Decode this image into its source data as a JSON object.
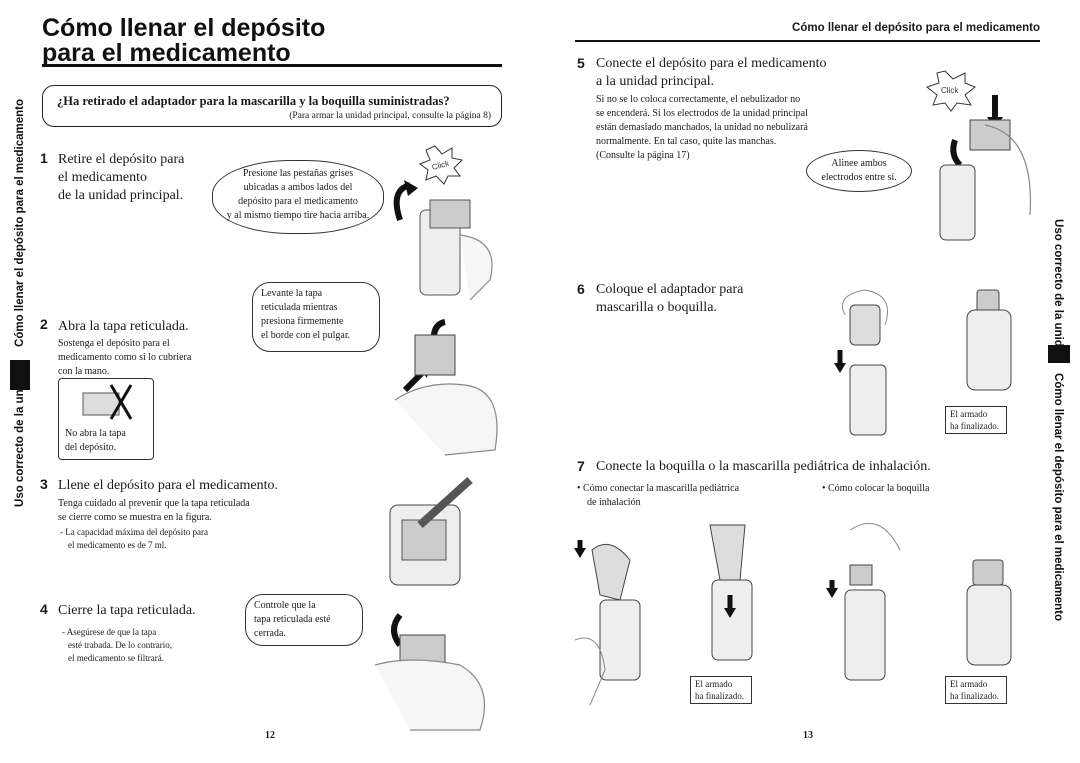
{
  "header": {
    "title_line1": "Cómo llenar el depósito",
    "title_line2": "para el medicamento",
    "running_head": "Cómo llenar el depósito para el medicamento"
  },
  "side_tabs": {
    "left_plain": "Uso correcto de la unidad",
    "left_highlight": "Cómo llenar el depósito para el medicamento",
    "right_plain": "Uso correcto de la unidad",
    "right_highlight": "Cómo llenar el depósito para el medicamento"
  },
  "question": {
    "text": "¿Ha retirado el adaptador para la mascarilla y la boquilla suministradas?",
    "note": "(Para armar la unidad principal, consulte la página 8)"
  },
  "steps": {
    "s1": {
      "num": "1",
      "line1": "Retire el depósito para",
      "line2": "el medicamento",
      "line3": "de la unidad principal."
    },
    "s1_callout": {
      "l1": "Presione las pestañas grises",
      "l2": "ubicadas a ambos lados del",
      "l3": "depósito para el medicamento",
      "l4": "y al mismo tiempo tire hacia arriba."
    },
    "s2": {
      "num": "2",
      "title": "Abra la tapa reticulada.",
      "d1": "Sostenga el depósito para el",
      "d2": "medicamento como si lo cubriera",
      "d3": "con la mano."
    },
    "s2_callout": {
      "l1": "Levante la tapa",
      "l2": "reticulada mientras",
      "l3": "presiona firmemente",
      "l4": "el borde con el pulgar."
    },
    "s2_warning": {
      "l1": "No abra la tapa",
      "l2": "del depósito."
    },
    "s3": {
      "num": "3",
      "title": "Llene el depósito para el medicamento.",
      "d1": "Tenga cuidado al prevenir que la tapa reticulada",
      "d2": "se cierre como se muestra en la figura.",
      "n1": "- La capacidad máxima del depósito para",
      "n2": "el medicamento es de 7 ml."
    },
    "s4": {
      "num": "4",
      "title": "Cierre la tapa reticulada.",
      "n1": "- Asegúrese de que la tapa",
      "n2": "esté trabada. De lo contrario,",
      "n3": "el medicamento se filtrará."
    },
    "s4_callout": {
      "l1": "Controle que la",
      "l2": "tapa reticulada esté",
      "l3": "cerrada."
    },
    "s5": {
      "num": "5",
      "line1": "Conecte el depósito para el medicamento",
      "line2": "a la unidad principal.",
      "d1": "Si no se lo coloca correctamente, el nebulizador no",
      "d2": "se encenderá. Si los electrodos de la unidad principal",
      "d3": "están demasiado manchados, la unidad no nebulizará",
      "d4": "normalmente. En tal caso, quite las manchas.",
      "d5": "(Consulte la página 17)"
    },
    "s5_callout": {
      "l1": "Alinee ambos",
      "l2": "electrodos entre sí."
    },
    "s6": {
      "num": "6",
      "line1": "Coloque el adaptador para",
      "line2": "mascarilla o boquilla."
    },
    "s7": {
      "num": "7",
      "title": "Conecte la boquilla o la mascarilla pediátrica de inhalación.",
      "b1a": "Cómo conectar la mascarilla pediátrica",
      "b1b": "de inhalación",
      "b2": "Cómo colocar la boquilla"
    },
    "done": {
      "l1": "El armado",
      "l2": "ha finalizado."
    }
  },
  "click_label": "Click",
  "pages": {
    "left": "12",
    "right": "13"
  }
}
